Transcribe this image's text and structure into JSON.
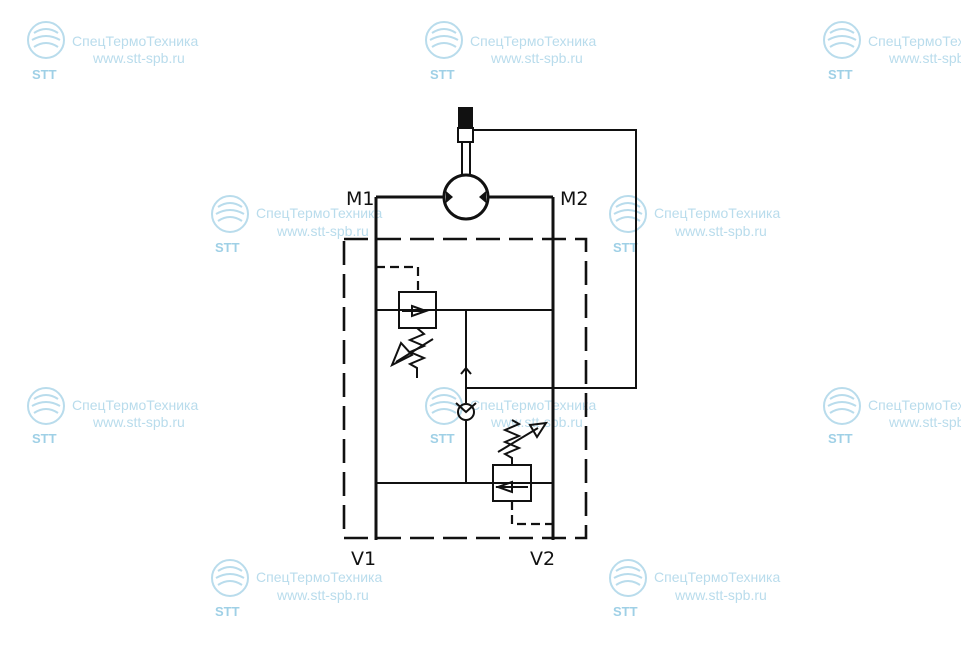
{
  "watermark": {
    "brand": "СпецТермоТехника",
    "url": "www.stt-spb.ru",
    "logo_text": "STT",
    "color": "#b9dcec"
  },
  "ports": {
    "m1": "M1",
    "m2": "M2",
    "v1": "V1",
    "v2": "V2"
  },
  "colors": {
    "line": "#111111",
    "background": "#ffffff"
  }
}
